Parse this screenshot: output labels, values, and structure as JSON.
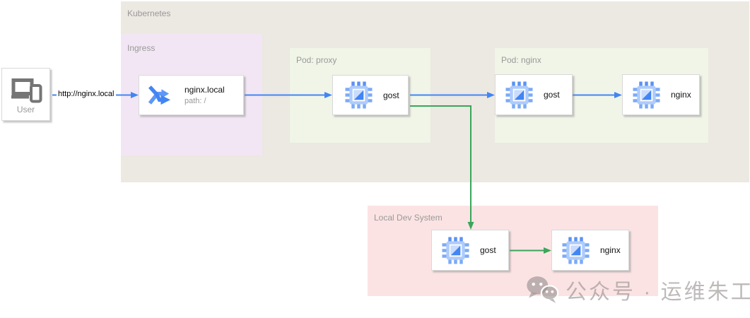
{
  "groups": {
    "kubernetes": {
      "label": "Kubernetes"
    },
    "ingress": {
      "label": "Ingress"
    },
    "pod_proxy": {
      "label": "Pod: proxy"
    },
    "pod_nginx": {
      "label": "Pod: nginx"
    },
    "local_dev": {
      "label": "Local Dev System"
    }
  },
  "nodes": {
    "user": {
      "label": "User",
      "icon": "devices-icon"
    },
    "ingress_rule": {
      "title": "nginx.local",
      "subtitle": "path: /",
      "icon": "shuffle-icon"
    },
    "gost_proxy": {
      "label": "gost",
      "icon": "chip-icon"
    },
    "gost_pod_nginx": {
      "label": "gost",
      "icon": "chip-icon"
    },
    "nginx_pod_nginx": {
      "label": "nginx",
      "icon": "chip-icon"
    },
    "gost_local": {
      "label": "gost",
      "icon": "chip-icon"
    },
    "nginx_local": {
      "label": "nginx",
      "icon": "chip-icon"
    }
  },
  "edges": {
    "user_to_ingress": {
      "label": "http://nginx.local",
      "color": "#4285f4"
    },
    "ingress_to_gost_proxy": {
      "color": "#4285f4"
    },
    "gost_proxy_to_gost_pod": {
      "color": "#4285f4"
    },
    "gost_pod_to_nginx_pod": {
      "color": "#4285f4"
    },
    "gost_proxy_to_gost_local": {
      "color": "#3aa65a"
    },
    "gost_local_to_nginx_local": {
      "color": "#3aa65a"
    }
  },
  "watermark": {
    "text": "公众号 · 运维朱工",
    "icon": "wechat-icon"
  },
  "colors": {
    "kubernetes_bg": "#ece8e2",
    "ingress_bg": "#f2e6f4",
    "pod_bg": "#f0f5e7",
    "local_dev_bg": "#fce3e3",
    "blue_arrow": "#4285f4",
    "green_arrow": "#3aa65a",
    "group_label_text": "#999999",
    "node_text": "#111111",
    "muted_text": "#999999",
    "user_icon": "#757575"
  }
}
